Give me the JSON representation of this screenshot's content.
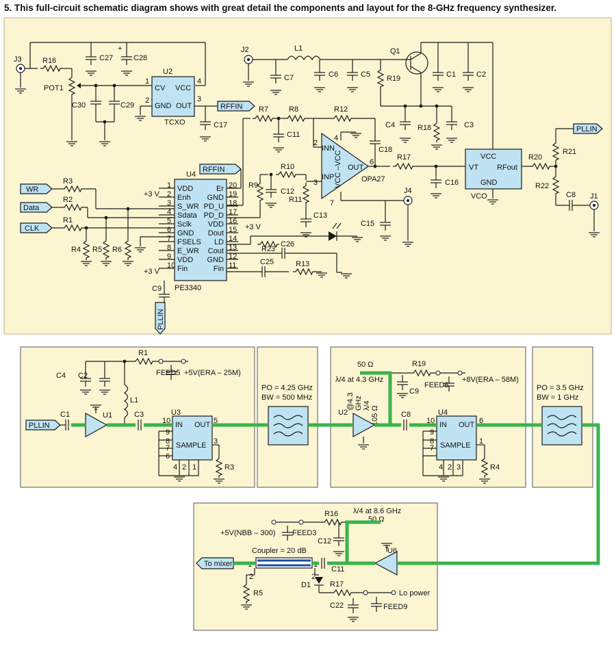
{
  "caption": "5. This full-circuit schematic diagram shows with great detail the components and layout for the 8-GHz frequency synthesizer.",
  "colors": {
    "background": "#fbf5d2",
    "block_fill": "#bfe3f2",
    "trace_green": "#38b44a",
    "ink": "#1a1a1a"
  },
  "top": {
    "connectors": {
      "j3": "J3",
      "j2": "J2",
      "j4": "J4",
      "j1": "J1"
    },
    "tcxo": {
      "ref": "U2",
      "cv": "CV",
      "vcc": "VCC",
      "gnd": "GND",
      "out": "OUT",
      "name": "TCXO",
      "p1": "1",
      "p2": "2",
      "p3": "3",
      "p4": "4"
    },
    "pll": {
      "ref": "U4",
      "name": "PE3340",
      "left_pins": [
        "VDD",
        "Enh",
        "S_WR",
        "Sdata",
        "Sclk",
        "GND",
        "FSELS",
        "E_WR",
        "VDD",
        "Fin"
      ],
      "left_nums": [
        "1",
        "2",
        "3",
        "4",
        "5",
        "6",
        "7",
        "8",
        "9",
        "10"
      ],
      "right_pins": [
        "Er",
        "GND",
        "PD_U",
        "PD_D",
        "VDD",
        "Dout",
        "LD",
        "Cout",
        "GND",
        "Fin"
      ],
      "right_nums": [
        "20",
        "19",
        "18",
        "17",
        "16",
        "15",
        "14",
        "13",
        "12",
        "11"
      ]
    },
    "opamp": {
      "ref": "OPA27",
      "inn": "INN",
      "inp": "INP",
      "vcc": "VCC –VCC",
      "out": "OUT",
      "p2": "2",
      "p3": "3",
      "p4": "4",
      "p6": "6",
      "p7": "7"
    },
    "vco": {
      "vcc": "VCC",
      "vt": "VT",
      "rfout": "RFout",
      "gnd": "GND",
      "name": "VCO"
    },
    "labels": {
      "rffin_out": "RFFIN",
      "rffin_in": "RFFIN",
      "pllin_out": "PLLIN",
      "pllin_in": "PLLIN",
      "wr": "WR",
      "data": "Data",
      "clk": "CLK",
      "v3a": "+3 V",
      "v3b": "+3 V",
      "v3c": "+3 V"
    },
    "parts": [
      "R16",
      "C27",
      "C28",
      "POT1",
      "C30",
      "C29",
      "C17",
      "L1",
      "C7",
      "C6",
      "C5",
      "R19",
      "Q1",
      "C1",
      "C2",
      "C4",
      "R18",
      "C3",
      "R7",
      "R8",
      "C11",
      "R12",
      "C18",
      "R9",
      "R10",
      "C12",
      "R11",
      "C13",
      "R17",
      "C16",
      "C15",
      "R20",
      "R21",
      "R22",
      "C8",
      "R3",
      "R2",
      "R1",
      "R4",
      "R5",
      "R6",
      "R23",
      "C26",
      "C25",
      "R13",
      "C9"
    ]
  },
  "bottom": {
    "stage1": {
      "parts": [
        "C4",
        "C2",
        "R1",
        "FEED5",
        "L1",
        "C1",
        "U1",
        "C3",
        "U3",
        "R3"
      ],
      "supply": "+5V(ERA – 25M)",
      "chip_in": "IN",
      "chip_out": "OUT",
      "chip_name": "SAMPLE",
      "pin10": "10",
      "pin5": "5",
      "pin9": "9",
      "pin8": "8",
      "pin7": "7",
      "pin6": "6",
      "pin3": "3",
      "pin4": "4",
      "pin2": "2",
      "pin1": "1",
      "label_in": "PLLIN"
    },
    "filter1": {
      "po": "PO = 4.25 GHz",
      "bw": "BW = 500 MHz"
    },
    "stage2": {
      "parts": [
        "C9",
        "R19",
        "FEED6",
        "U2",
        "C8",
        "U4",
        "R4"
      ],
      "supply": "+8V(ERA – 58M)",
      "z50": "50 Ω",
      "stub": "λ/4 at 4.3 GHz",
      "stub2_a": "λ/4",
      "stub2_b": "105 Ω",
      "stub2_c": "@4.3",
      "stub2_d": "GHz",
      "chip_in": "IN",
      "chip_out": "OUT",
      "chip_name": "SAMPLE",
      "pin10": "10",
      "pin6": "6",
      "pin9": "9",
      "pin8": "8",
      "pin7": "7",
      "pin1": "1",
      "pin4": "4",
      "pin2": "2",
      "pin3": "3"
    },
    "filter2": {
      "po": "PO = 3.5 GHz",
      "bw": "BW = 1 GHz"
    },
    "stage3": {
      "parts": [
        "R16",
        "FEED3",
        "C12",
        "U6",
        "C11",
        "R5",
        "D1",
        "R17",
        "C22",
        "FEED9"
      ],
      "supply": "+5V(NBB – 300)",
      "stub": "λ/4 at 8.6 GHz",
      "z50": "50 Ω",
      "coupler": "Coupler = 20 dB",
      "to_mixer": "To mixer",
      "lo_power": "Lo power",
      "p1a": "1",
      "p2a": "2",
      "p1b": "1",
      "p2b": "2"
    }
  }
}
